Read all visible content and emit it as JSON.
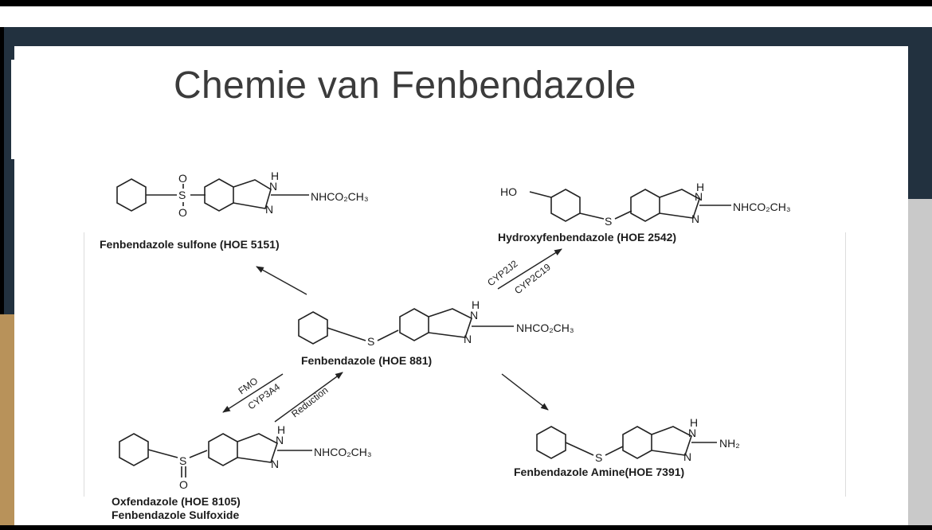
{
  "slide": {
    "title": "Chemie van Fenbendazole"
  },
  "molecules": {
    "sulfone": {
      "label": "Fenbendazole sulfone (HOE 5151)",
      "group": "NHCO₂CH₃",
      "h": "H",
      "n1": "N",
      "n2": "N",
      "s": "S",
      "o1": "O",
      "o2": "O"
    },
    "hydroxy": {
      "label": "Hydroxyfenbendazole (HOE 2542)",
      "group": "NHCO₂CH₃",
      "ho": "HO",
      "s": "S",
      "h": "H",
      "n1": "N",
      "n2": "N"
    },
    "parent": {
      "label": "Fenbendazole (HOE 881)",
      "group": "NHCO₂CH₃",
      "s": "S",
      "h": "H",
      "n1": "N",
      "n2": "N"
    },
    "oxfendazole": {
      "label1": "Oxfendazole (HOE 8105)",
      "label2": "Fenbendazole Sulfoxide",
      "group": "NHCO₂CH₃",
      "s": "S",
      "o": "O",
      "h": "H",
      "n1": "N",
      "n2": "N"
    },
    "amine": {
      "label": "Fenbendazole Amine(HOE 7391)",
      "group": "NH₂",
      "s": "S",
      "h": "H",
      "n1": "N",
      "n2": "N"
    }
  },
  "enzymes": {
    "cyp2j2": "CYP2J2",
    "cyp2c19": "CYP2C19",
    "fmo": "FMO",
    "cyp3a4": "CYP3A4",
    "reduction": "Reduction"
  }
}
